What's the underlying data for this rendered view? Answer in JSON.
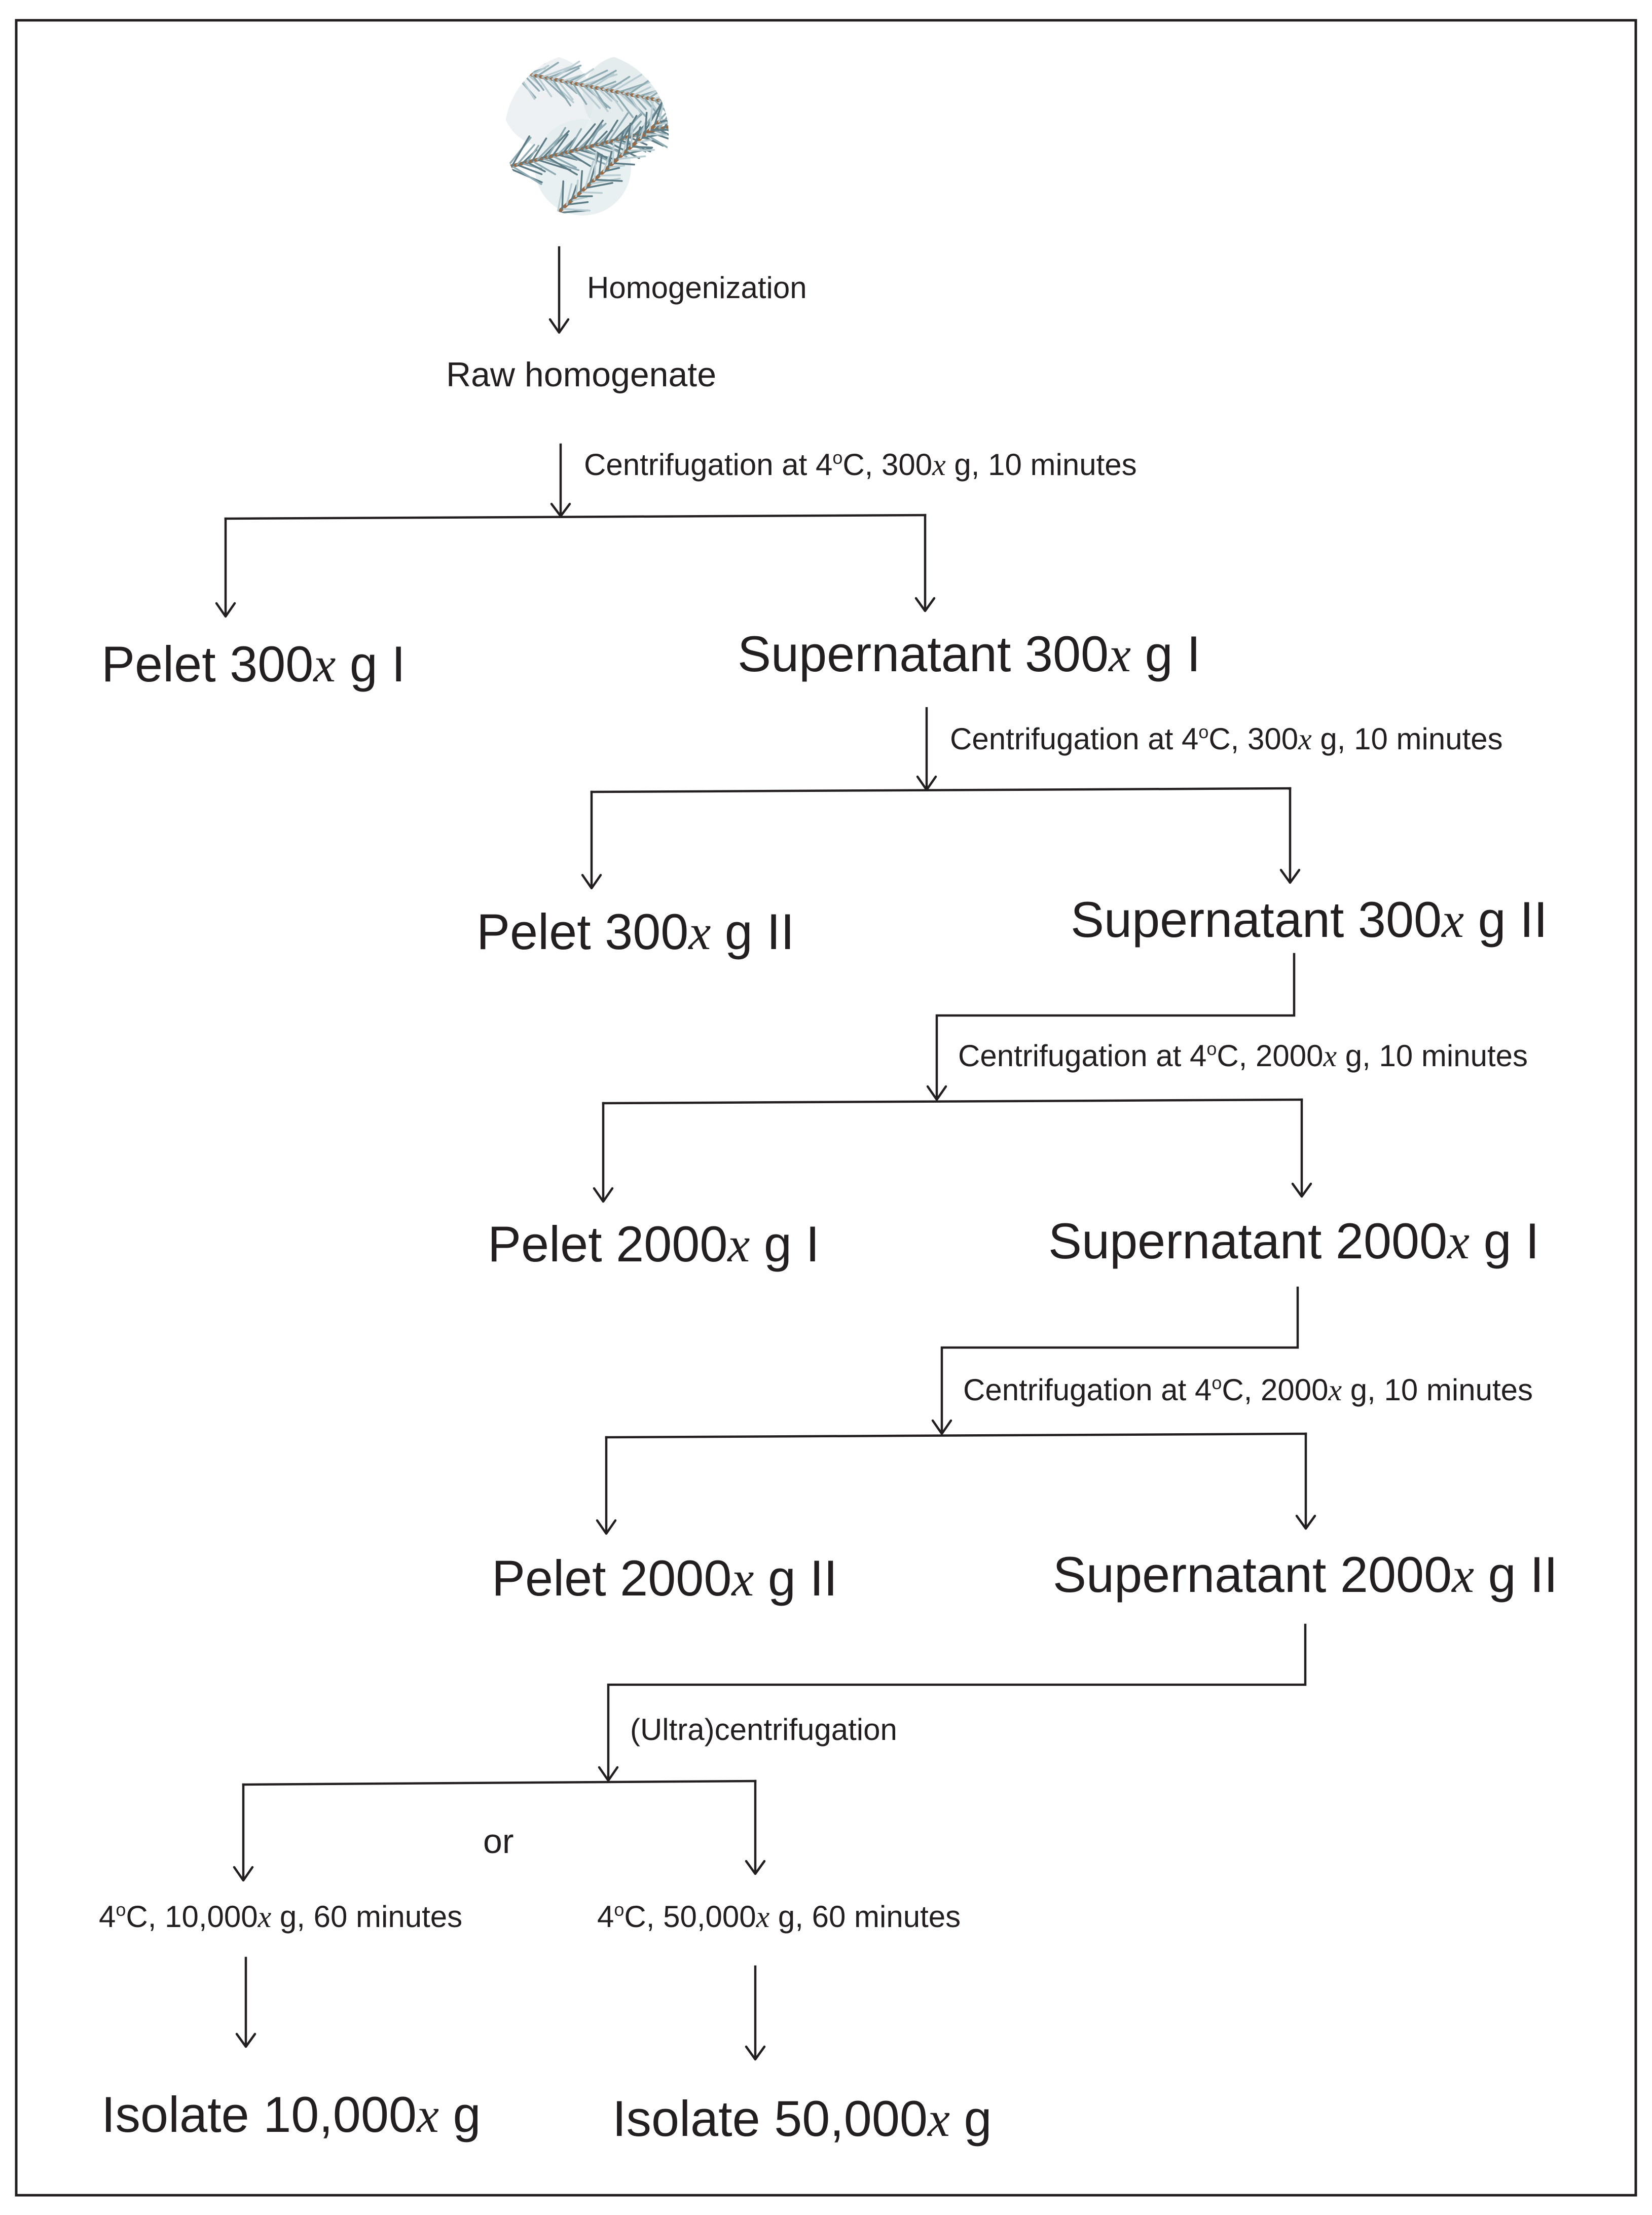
{
  "image_alt": "spruce branch",
  "steps": {
    "homogenization": "Homogenization",
    "centrifugation_1": {
      "pre": "Centrifugation at 4",
      "sup": "o",
      "mid": "C, 300",
      "x": "x",
      "post": " g, 10 minutes"
    },
    "centrifugation_2": {
      "pre": "Centrifugation at 4",
      "sup": "o",
      "mid": "C, 300",
      "x": "x",
      "post": " g, 10 minutes"
    },
    "centrifugation_3": {
      "pre": "Centrifugation at 4",
      "sup": "o",
      "mid": "C, 2000",
      "x": "x",
      "post": " g, 10 minutes"
    },
    "centrifugation_4": {
      "pre": "Centrifugation at 4",
      "sup": "o",
      "mid": "C, 2000",
      "x": "x",
      "post": " g, 10 minutes"
    },
    "ultracentrifugation": "(Ultra)centrifugation",
    "or": "or",
    "option_10k": {
      "pre": "4",
      "sup": "o",
      "mid": "C, 10,000",
      "x": "x",
      "post": " g, 60 minutes"
    },
    "option_50k": {
      "pre": "4",
      "sup": "o",
      "mid": "C, 50,000",
      "x": "x",
      "post": " g, 60 minutes"
    }
  },
  "nodes": {
    "raw_homogenate": "Raw homogenate",
    "pelet_300_1": {
      "pre": "Pelet 300",
      "x": "x",
      "post": " g I"
    },
    "supernatant_300_1": {
      "pre": "Supernatant 300",
      "x": "x",
      "post": " g I"
    },
    "pelet_300_2": {
      "pre": "Pelet 300",
      "x": "x",
      "post": " g II"
    },
    "supernatant_300_2": {
      "pre": "Supernatant 300",
      "x": "x",
      "post": " g II"
    },
    "pelet_2000_1": {
      "pre": "Pelet 2000",
      "x": "x",
      "post": " g I"
    },
    "supernatant_2000_1": {
      "pre": "Supernatant 2000",
      "x": "x",
      "post": " g I"
    },
    "pelet_2000_2": {
      "pre": "Pelet 2000",
      "x": "x",
      "post": " g II"
    },
    "supernatant_2000_2": {
      "pre": "Supernatant 2000",
      "x": "x",
      "post": " g II"
    },
    "isolate_10k": {
      "pre": "Isolate 10,000",
      "x": "x",
      "post": " g"
    },
    "isolate_50k": {
      "pre": "Isolate 50,000",
      "x": "x",
      "post": " g"
    }
  },
  "colors": {
    "ink": "#231f20",
    "background": "#ffffff",
    "needle_light": "#b9cdd3",
    "needle_mid": "#8eaab3",
    "needle_dark": "#5e7c86",
    "twig": "#9a6a45"
  }
}
